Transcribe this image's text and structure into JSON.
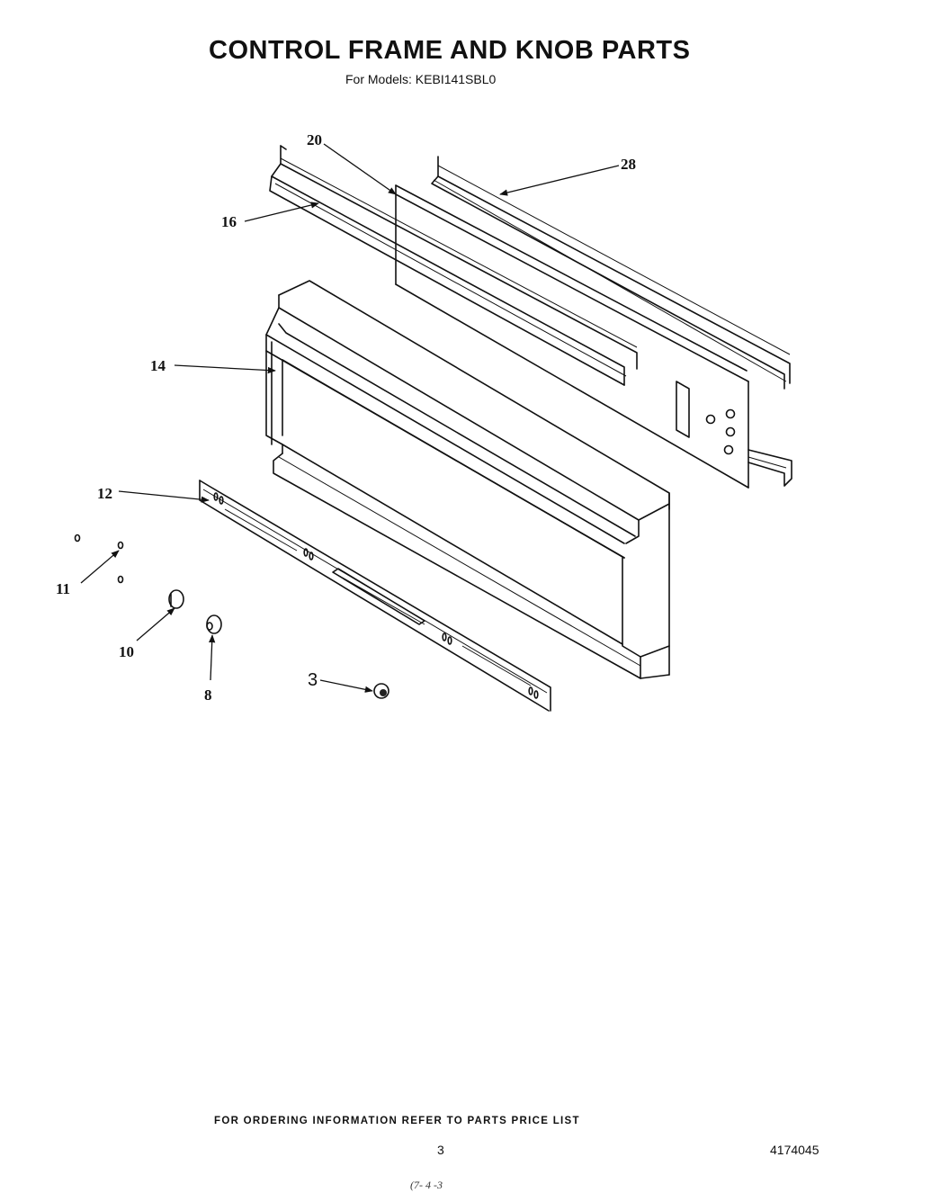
{
  "header": {
    "title": "CONTROL FRAME AND KNOB PARTS",
    "subtitle": "For Models: KEBI141SBL0"
  },
  "callouts": {
    "c20": "20",
    "c28": "28",
    "c16": "16",
    "c14": "14",
    "c12": "12",
    "c11": "11",
    "c10": "10",
    "c8": "8",
    "c3": "3"
  },
  "footer": {
    "ordering_note": "FOR ORDERING INFORMATION REFER TO PARTS PRICE LIST",
    "page_number": "3",
    "document_number": "4174045",
    "bottom_mark": "(7- 4 -3"
  }
}
